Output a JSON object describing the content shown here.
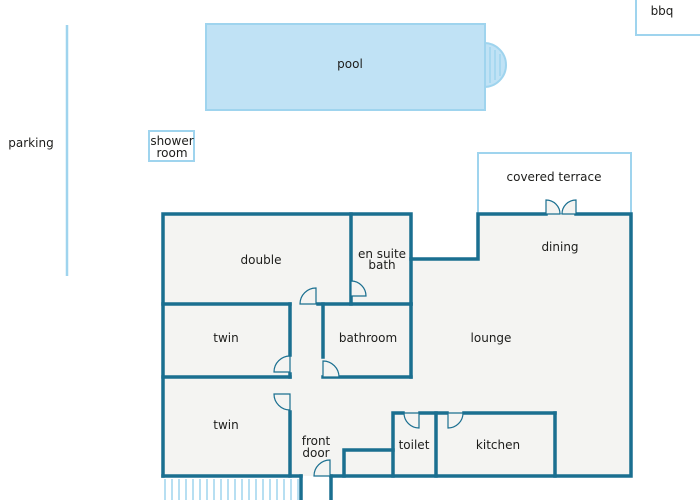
{
  "labels": {
    "pool": "pool",
    "bbq": "bbq",
    "parking": "parking",
    "shower_room_line1": "shower",
    "shower_room_line2": "room",
    "covered_terrace": "covered terrace",
    "dining": "dining",
    "double": "double",
    "en_suite_line1": "en suite",
    "en_suite_line2": "bath",
    "twin_upper": "twin",
    "bathroom": "bathroom",
    "lounge": "lounge",
    "twin_lower": "twin",
    "front_door_line1": "front",
    "front_door_line2": "door",
    "toilet": "toilet",
    "kitchen": "kitchen"
  },
  "colors": {
    "wall": "#1a6f90",
    "floor": "#f4f4f2",
    "pool_fill": "#c0e2f5",
    "light_outline": "#9fd4ee",
    "text": "#1d1d1b",
    "background": "#ffffff"
  }
}
